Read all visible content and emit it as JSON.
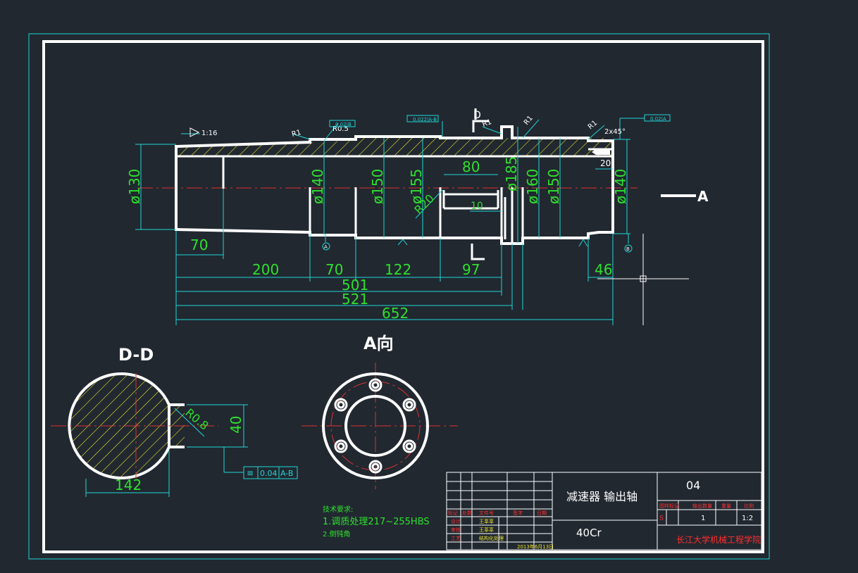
{
  "drawing": {
    "taper_label": "1:16",
    "radius_labels": [
      "R1",
      "R1",
      "R1",
      "R0.5"
    ],
    "chamfer_label": "2x45°",
    "diameters": [
      "ø130",
      "ø140",
      "ø150",
      "ø155",
      "ø185",
      "ø160",
      "ø150",
      "ø140"
    ],
    "keyway_length": "80",
    "keyway_offset": "10",
    "fillet_label": "R20",
    "face_offset": "20",
    "taper_length": "70",
    "lengths": [
      "200",
      "70",
      "122",
      "97",
      "46"
    ],
    "total_lengths": [
      "501",
      "521",
      "652"
    ],
    "datum_a": "A",
    "datum_b": "B",
    "view_arrow_label": "A",
    "section_mark": "D",
    "tol_top1": "0.02|B",
    "tol_top2": "0.022|A-B",
    "tol_top3": "0.02|A",
    "section_title": "D-D",
    "view_title": "A向",
    "section_width": "142",
    "section_keyway": "40",
    "section_radius": "R0.8",
    "sym_tol_value": "0.04",
    "sym_tol_datum": "A-B",
    "sym_tol_symbol": "≡"
  },
  "tech_requirements": {
    "heading": "技术要求:",
    "line1": "1.调质处理217~255HBS",
    "line2": "2.倒钝角"
  },
  "title_block": {
    "part_name": "减速器  输出轴",
    "material": "40Cr",
    "drawing_number": "04",
    "institution": "长江大学机械工程学院",
    "header_labels": [
      "图样标记",
      "输出数量",
      "重量",
      "比例"
    ],
    "stage_mark": "S",
    "quantity": "1",
    "scale": "1:2",
    "designer": "王莘莘",
    "checker": "王莘莘",
    "approver": "结构化处理",
    "date": "2013年6月13日",
    "row_labels": [
      "标记",
      "设计",
      "审核",
      "工艺"
    ],
    "col_labels": [
      "处数",
      "文件号",
      "签字",
      "日期"
    ]
  }
}
